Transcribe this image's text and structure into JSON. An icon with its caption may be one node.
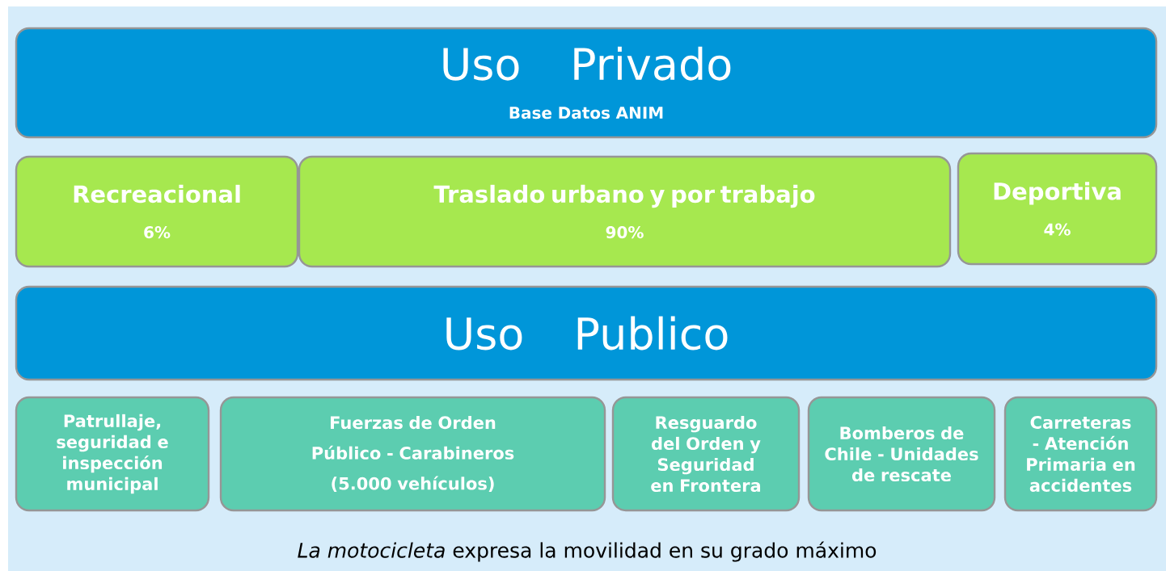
{
  "diagram": {
    "caption": "*La motocicleta* expresa la movilidad en su grado máximo",
    "nodes": [
      {
        "text": [
          "Uso Privado",
          "Base Datos  ANIM"
        ]
      },
      {
        "text": [
          "Recreacional",
          "6%"
        ]
      },
      {
        "text": [
          "Traslado urbano y por trabajo",
          "90%"
        ]
      },
      {
        "text": [
          "Deportiva",
          "4%"
        ]
      },
      {
        "text": [
          "Uso Publico"
        ]
      },
      {
        "text": [
          "Patrullaje, seguridad e inspección municipal"
        ]
      },
      {
        "text": [
          "Fuerzas de Orden Público - Carabineros (5.000 vehículos)"
        ]
      },
      {
        "text": [
          "Resguardo del Orden y Seguridad en Frontera"
        ]
      },
      {
        "text": [
          "Bomberos de Chile - Unidades de rescate"
        ]
      },
      {
        "text": [
          "Carreteras - Atención Primaria en accidentes"
        ]
      }
    ]
  }
}
